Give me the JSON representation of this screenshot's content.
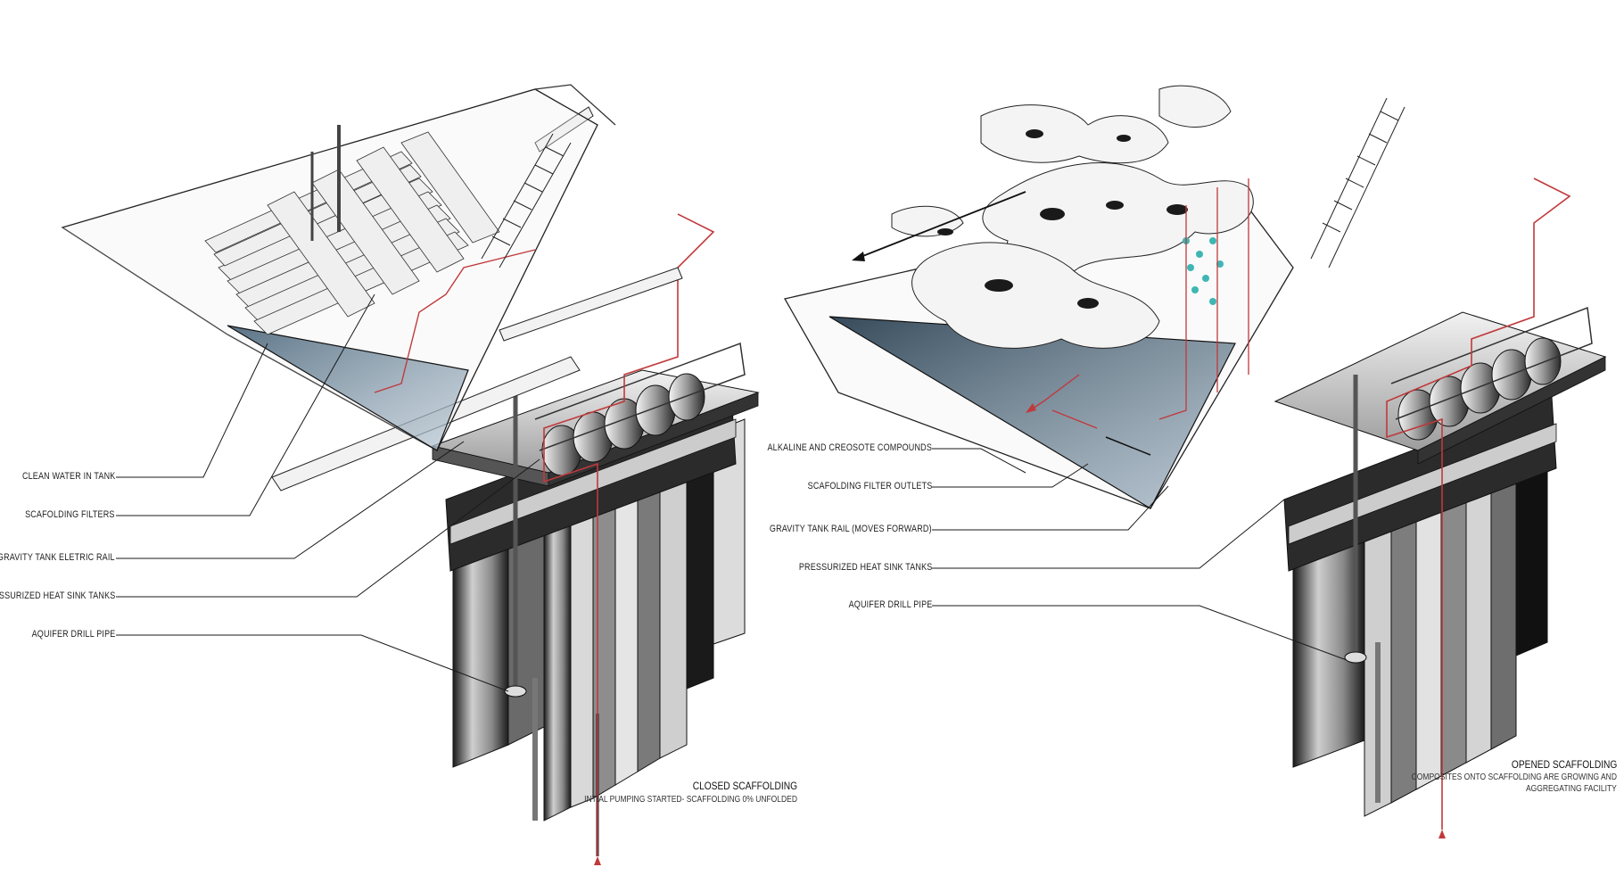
{
  "left_panel": {
    "labels": [
      "CLEAN WATER IN TANK",
      "SCAFOLDING FILTERS",
      "GRAVITY TANK ELETRIC RAIL",
      "PRESSURIZED HEAT SINK TANKS",
      "AQUIFER DRILL PIPE"
    ],
    "caption_title": "CLOSED SCAFFOLDING",
    "caption_sub": "INTIAL PUMPING STARTED- SCAFFOLDING 0% UNFOLDED"
  },
  "right_panel": {
    "labels": [
      "ALKALINE AND CREOSOTE COMPOUNDS",
      "SCAFOLDING FILTER OUTLETS",
      "GRAVITY TANK RAIL (MOVES FORWARD)",
      "PRESSURIZED HEAT SINK TANKS",
      "AQUIFER DRILL PIPE"
    ],
    "caption_title": "OPENED SCAFFOLDING",
    "caption_sub_1": "COMPOSITES ONTO SCAFFOLDING ARE GROWING AND",
    "caption_sub_2": "AGGREGATING FACILITY"
  },
  "colors": {
    "background": "#ffffff",
    "leader_line": "#1a1a1a",
    "water_glass": "#2f4a5e",
    "pipe_red": "#c0393b",
    "steel_light": "#e6e6e6",
    "steel_dark": "#111111",
    "algae_cyan": "#3fb6b3"
  }
}
